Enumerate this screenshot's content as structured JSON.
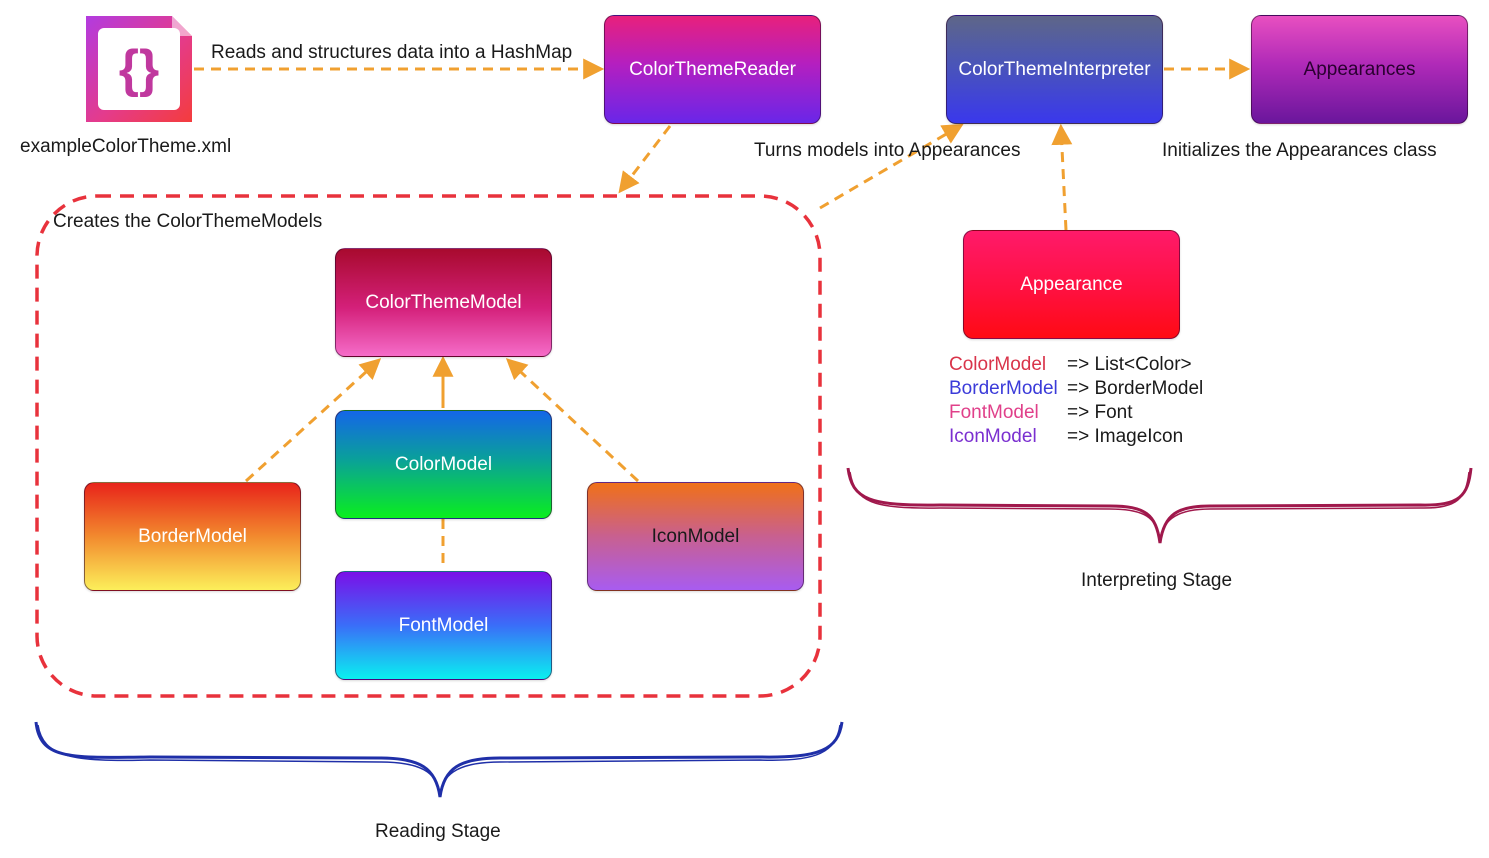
{
  "source_file": {
    "name": "exampleColorTheme.xml",
    "icon": "xml-braces-file-icon",
    "icon_glyph": "{}"
  },
  "edges": {
    "reads": "Reads and structures data into a HashMap",
    "creates": "Creates the ColorThemeModels",
    "turns": "Turns models into Appearances",
    "initializes": "Initializes the Appearances class"
  },
  "nodes": {
    "reader": "ColorThemeReader",
    "interpreter": "ColorThemeInterpreter",
    "appearances": "Appearances",
    "appearance": "Appearance",
    "color_theme_model": "ColorThemeModel",
    "color_model": "ColorModel",
    "border_model": "BorderModel",
    "icon_model": "IconModel",
    "font_model": "FontModel"
  },
  "mappings": [
    {
      "key": "ColorModel",
      "value": "=> List<Color>",
      "color": "#d9344a"
    },
    {
      "key": "BorderModel",
      "value": "=> BorderModel",
      "color": "#3b3bd9"
    },
    {
      "key": "FontModel",
      "value": "=> Font",
      "color": "#e0408a"
    },
    {
      "key": "IconModel",
      "value": "=> ImageIcon",
      "color": "#7a2fd0"
    }
  ],
  "stages": {
    "reading": "Reading Stage",
    "interpreting": "Interpreting Stage"
  },
  "colors": {
    "arrow": "#f0a030",
    "group_border": "#e8323c",
    "reading_brace": "#1f2fa8",
    "interpreting_brace": "#a0184c"
  }
}
